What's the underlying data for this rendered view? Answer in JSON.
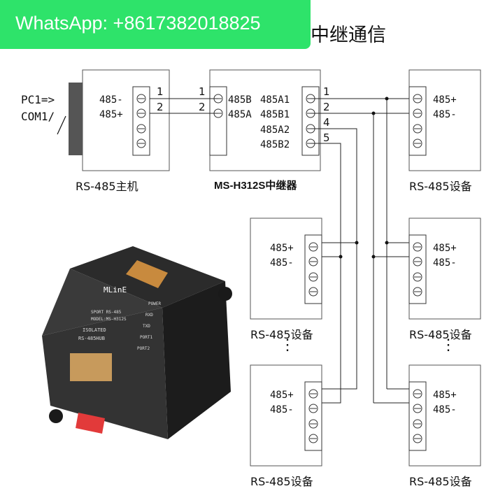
{
  "banner": {
    "text": "WhatsApp: +8617382018825",
    "bg_color": "#2ee36a"
  },
  "title_tail": "中继通信",
  "pc": {
    "line1": "PC1=>",
    "line2": "COM1/"
  },
  "master": {
    "caption": "RS-485主机",
    "terminals": [
      "485-",
      "485+"
    ]
  },
  "repeater": {
    "caption": "MS-H312S中继器",
    "left_terminals": [
      "485B",
      "485A"
    ],
    "right_terminals": [
      "485A1",
      "485B1",
      "485A2",
      "485B2"
    ]
  },
  "wire_numbers": {
    "master_side": [
      "1",
      "2"
    ],
    "repeater_left": [
      "1",
      "2"
    ],
    "repeater_right": [
      "1",
      "2",
      "4",
      "5"
    ]
  },
  "device": {
    "caption": "RS-485设备",
    "terminals": [
      "485+",
      "485-"
    ]
  },
  "ellipsis": "⋮",
  "product": {
    "brand": "MLinE",
    "lines": [
      "SPORT RS-485",
      "MODEL:MS-H312S",
      "ISOLATED",
      "RS-485HUB"
    ],
    "leds": [
      "POWER",
      "RXD",
      "TXD",
      "PORT1",
      "PORT2"
    ]
  }
}
